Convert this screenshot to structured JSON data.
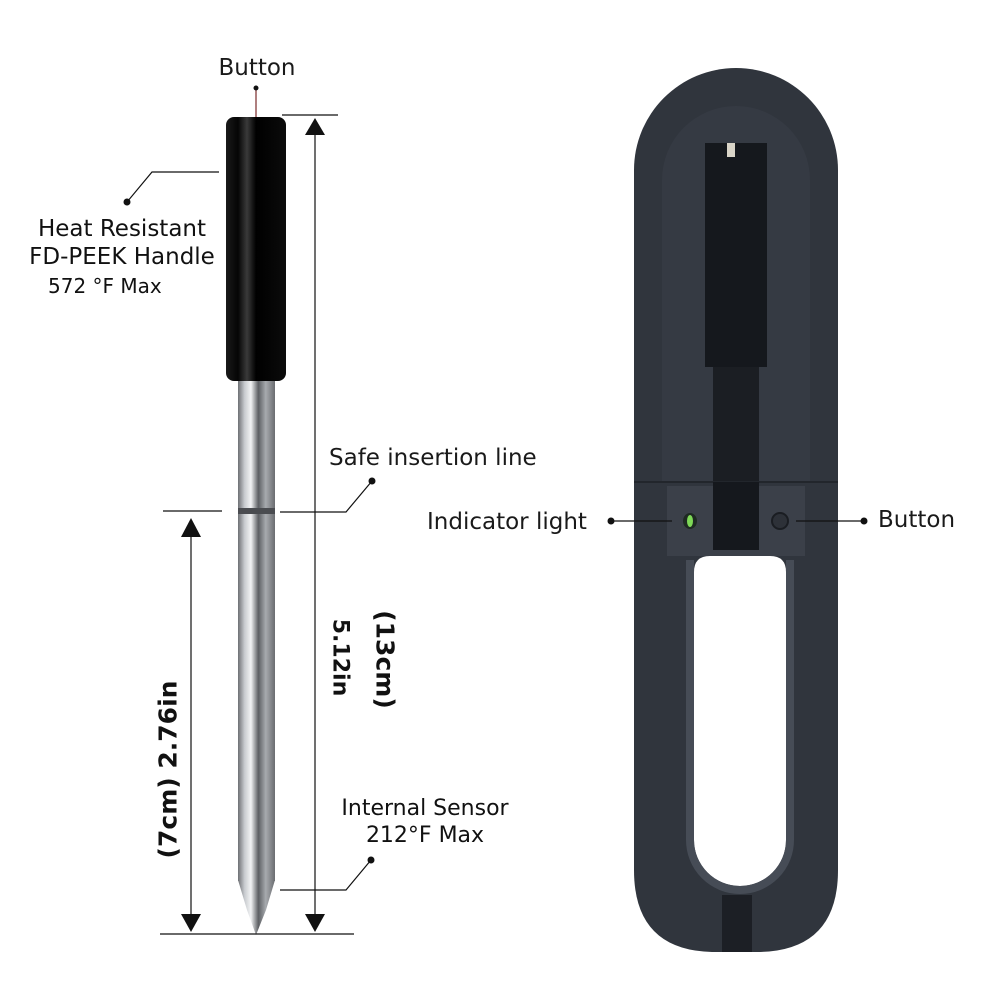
{
  "probe": {
    "button_label": "Button",
    "handle_label_line1": "Heat Resistant",
    "handle_label_line2": "FD-PEEK Handle",
    "handle_label_line3": "572 °F Max",
    "safe_insertion_label": "Safe insertion line",
    "total_length_cm": "(13cm)",
    "total_length_in": "5.12in",
    "insert_length": "(7cm) 2.76in",
    "sensor_label_line1": "Internal Sensor",
    "sensor_label_line2": "212°F Max"
  },
  "charger": {
    "indicator_label": "Indicator light",
    "button_label": "Button",
    "indicator_color": "#7ed957",
    "body_color": "#2f343c"
  }
}
